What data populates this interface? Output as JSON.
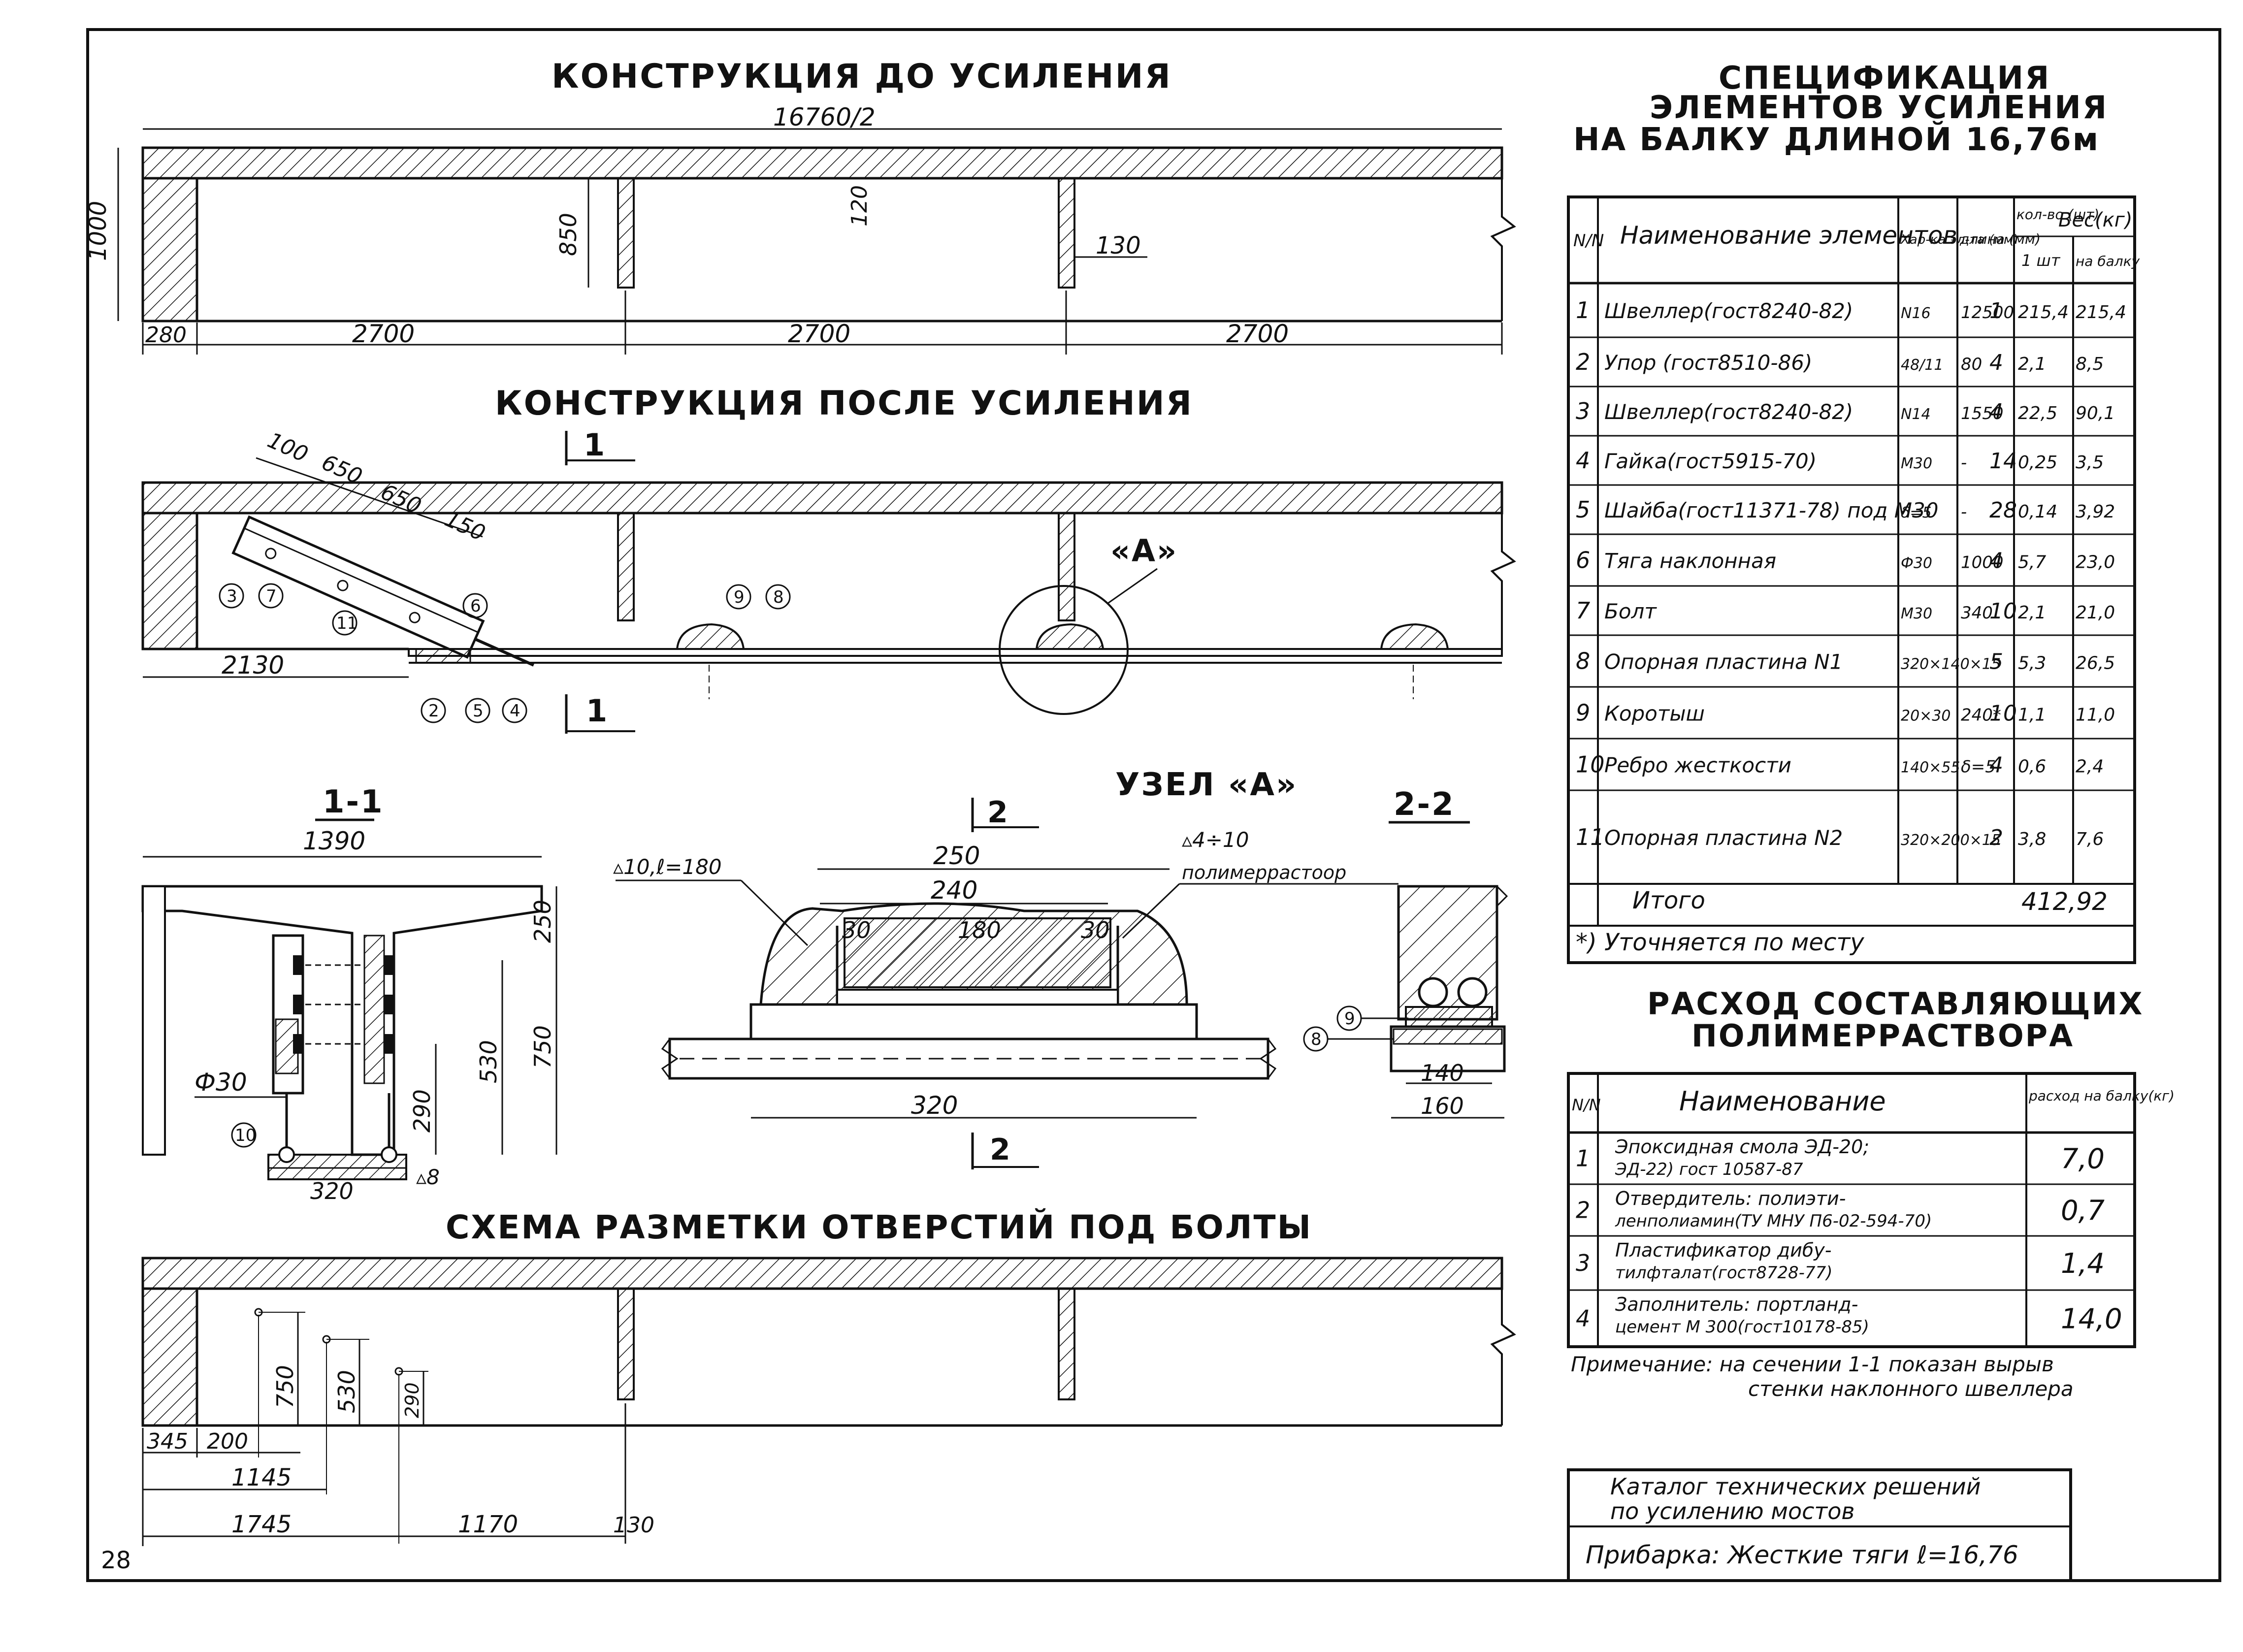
{
  "page_number": "28",
  "titles": {
    "before": "КОНСТРУКЦИЯ  ДО  УСИЛЕНИЯ",
    "after": "КОНСТРУКЦИЯ  ПОСЛЕ  УСИЛЕНИЯ",
    "section_11": "1-1",
    "section_22": "2-2",
    "node_a": "УЗЕЛ «А»",
    "marking": "СХЕМА РАЗМЕТКИ ОТВЕРСТИЙ ПОД БОЛТЫ"
  },
  "beam_before": {
    "half_length": "16760/2",
    "height": "1000",
    "web": "850",
    "flange": "120",
    "rib": "130",
    "end": "280",
    "spans": [
      "2700",
      "2700",
      "2700"
    ]
  },
  "beam_after": {
    "dim_2130": "2130",
    "dims_incline": [
      "100",
      "650",
      "650",
      "150"
    ],
    "section_mark": "1",
    "callout_a": "«А»",
    "markers": [
      "3",
      "7",
      "11",
      "6",
      "2",
      "5",
      "4",
      "9",
      "8"
    ]
  },
  "section_11": {
    "width": "1390",
    "d250": "250",
    "d750": "750",
    "d530": "530",
    "d290": "290",
    "d320": "320",
    "rod": "Ф30",
    "weld": "▵8",
    "marker_10": "10"
  },
  "node_a": {
    "section_mark": "2",
    "weld_left": "▵10,ℓ=180",
    "weld_right": "▵4÷10",
    "mortar": "полимеррастоор",
    "d250": "250",
    "d240": "240",
    "d30a": "30",
    "d180": "180",
    "d30b": "30",
    "d320": "320"
  },
  "section_22": {
    "d140": "140",
    "d160": "160",
    "marker_9": "9",
    "marker_8": "8"
  },
  "marking": {
    "d750": "750",
    "d530": "530",
    "d290": "290",
    "d345": "345",
    "d200": "200",
    "d1145": "1145",
    "d1745": "1745",
    "d1170": "1170",
    "d130": "130"
  },
  "spec": {
    "title_lines": [
      "СПЕЦИФИКАЦИЯ",
      "ЭЛЕМЕНТОВ  УСИЛЕНИЯ",
      "НА БАЛКУ ДЛИНОЙ  16,76м"
    ],
    "headers": {
      "num": "N/N",
      "name": "Наименование элементов",
      "char": "Хар-ка эл-та (мм)",
      "length": "длина (мм)",
      "qty": "кол-во (шт)",
      "weight": "Вес(кг)",
      "per_unit": "1 шт",
      "per_beam": "на балку"
    },
    "rows": [
      {
        "n": "1",
        "name": "Швеллер(гост8240-82)",
        "char": "N16",
        "len": "12500",
        "qty": "1",
        "w1": "215,4",
        "w2": "215,4"
      },
      {
        "n": "2",
        "name": "Упор (гост8510-86)",
        "char": "48/11",
        "len": "80",
        "qty": "4",
        "w1": "2,1",
        "w2": "8,5"
      },
      {
        "n": "3",
        "name": "Швеллер(гост8240-82)",
        "char": "N14",
        "len": "1550",
        "qty": "4",
        "w1": "22,5",
        "w2": "90,1"
      },
      {
        "n": "4",
        "name": "Гайка(гост5915-70)",
        "char": "M30",
        "len": "-",
        "qty": "14",
        "w1": "0,25",
        "w2": "3,5"
      },
      {
        "n": "5",
        "name": "Шайба(гост11371-78) под М30",
        "char": "δ=5",
        "len": "-",
        "qty": "28",
        "w1": "0,14",
        "w2": "3,92"
      },
      {
        "n": "6",
        "name": "Тяга наклонная",
        "char": "Ф30",
        "len": "1000",
        "qty": "4",
        "w1": "5,7",
        "w2": "23,0"
      },
      {
        "n": "7",
        "name": "Болт",
        "char": "M30",
        "len": "340",
        "qty": "10",
        "w1": "2,1",
        "w2": "21,0"
      },
      {
        "n": "8",
        "name": "Опорная пластина N1",
        "char": "320×140×15",
        "len": "",
        "qty": "5",
        "w1": "5,3",
        "w2": "26,5"
      },
      {
        "n": "9",
        "name": "Коротыш",
        "char": "20×30",
        "len": "240*",
        "qty": "10",
        "w1": "1,1",
        "w2": "11,0"
      },
      {
        "n": "10",
        "name": "Ребро жесткости",
        "char": "140×55",
        "len": "δ=5",
        "qty": "4",
        "w1": "0,6",
        "w2": "2,4"
      },
      {
        "n": "11",
        "name": "Опорная пластина N2",
        "char": "320×200×15",
        "len": "",
        "qty": "2",
        "w1": "3,8",
        "w2": "7,6"
      }
    ],
    "total_label": "Итого",
    "total_value": "412,92",
    "footnote": "*) Уточняется по месту"
  },
  "polymer": {
    "title_lines": [
      "РАСХОД  СОСТАВЛЯЮЩИХ",
      "ПОЛИМЕРРАСТВОРА"
    ],
    "headers": {
      "num": "N/N",
      "name": "Наименование",
      "usage": "расход на балку(кг)"
    },
    "rows": [
      {
        "n": "1",
        "l1": "Эпоксидная смола ЭД-20;",
        "l2": "ЭД-22) гост 10587-87",
        "v": "7,0"
      },
      {
        "n": "2",
        "l1": "Отвердитель: полиэти-",
        "l2": "ленполиамин(ТУ МНУ П6-02-594-70)",
        "v": "0,7"
      },
      {
        "n": "3",
        "l1": "Пластификатор дибу-",
        "l2": "тилфталат(гост8728-77)",
        "v": "1,4"
      },
      {
        "n": "4",
        "l1": "Заполнитель: портланд-",
        "l2": "цемент М 300(гост10178-85)",
        "v": "14,0"
      }
    ]
  },
  "note": {
    "l1": "Примечание: на сечении 1-1 показан вырыв",
    "l2": "стенки наклонного швеллера"
  },
  "stamp": {
    "l1": "Каталог технических решений",
    "l2": "по усилению мостов",
    "l3": "Прибарка: Жесткие тяги ℓ=16,76"
  }
}
